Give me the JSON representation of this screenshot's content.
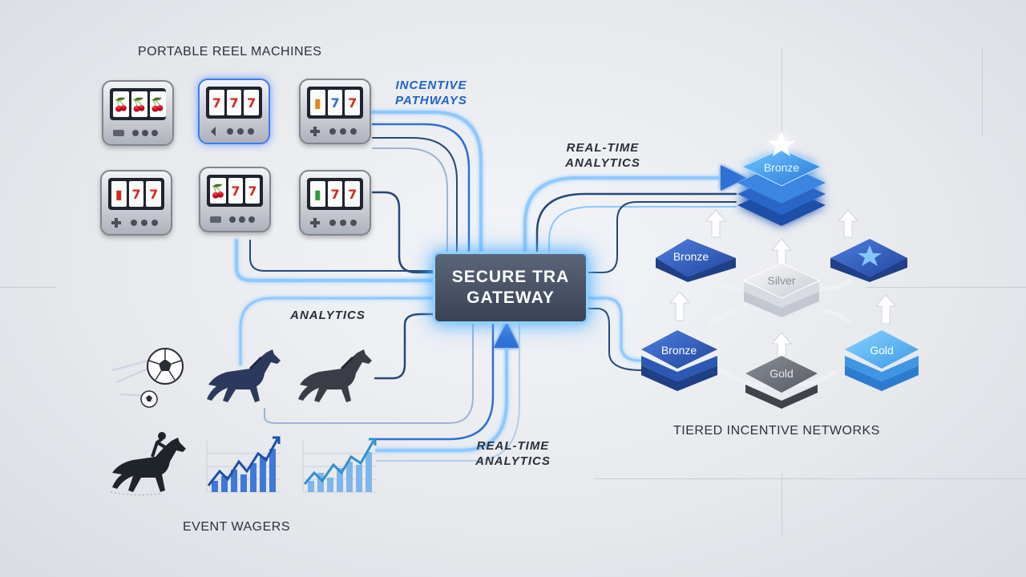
{
  "sections": {
    "portable_reel_machines": "PORTABLE REEL MACHINES",
    "event_wagers": "EVENT WAGERS",
    "tiered_incentive_networks": "TIERED INCENTIVE NETWORKS"
  },
  "flow_labels": {
    "incentive_pathways": "INCENTIVE\nPATHWAYS",
    "realtime_analytics_top": "REAL-TIME\nANALYTICS",
    "analytics": "ANALYTICS",
    "realtime_analytics_bottom": "REAL-TIME\nANALYTICS"
  },
  "gateway": {
    "label": "SECURE TRA\nGATEWAY"
  },
  "machines": [
    {
      "reels": [
        "🍒",
        "🍒",
        "🍒"
      ]
    },
    {
      "reels": [
        "7",
        "7",
        "7"
      ]
    },
    {
      "reels": [
        "▮",
        "7",
        "7"
      ]
    },
    {
      "reels": [
        "▮",
        "7",
        "7"
      ]
    },
    {
      "reels": [
        "🍒",
        "7",
        "7"
      ]
    },
    {
      "reels": [
        "▮",
        "7",
        "7"
      ]
    }
  ],
  "tiers": {
    "top": "Bronze",
    "left_mid": "Bronze",
    "center": "Silver",
    "left_bottom": "Bronze",
    "center_bottom": "Gold",
    "right_bottom": "Gold"
  },
  "icons": {
    "soccer_ball": "soccer-ball-icon",
    "horse": "horse-icon",
    "jockey": "jockey-horse-icon",
    "chart": "line-bar-chart-icon",
    "star": "star-icon"
  },
  "colors": {
    "accent_blue": "#1d63c9",
    "glow_blue": "#8fd0ff",
    "tier_blue": "#3f78d8",
    "tier_light": "#58b6ef",
    "tier_silver": "#e8eaee",
    "tier_gray": "#6c7079"
  }
}
